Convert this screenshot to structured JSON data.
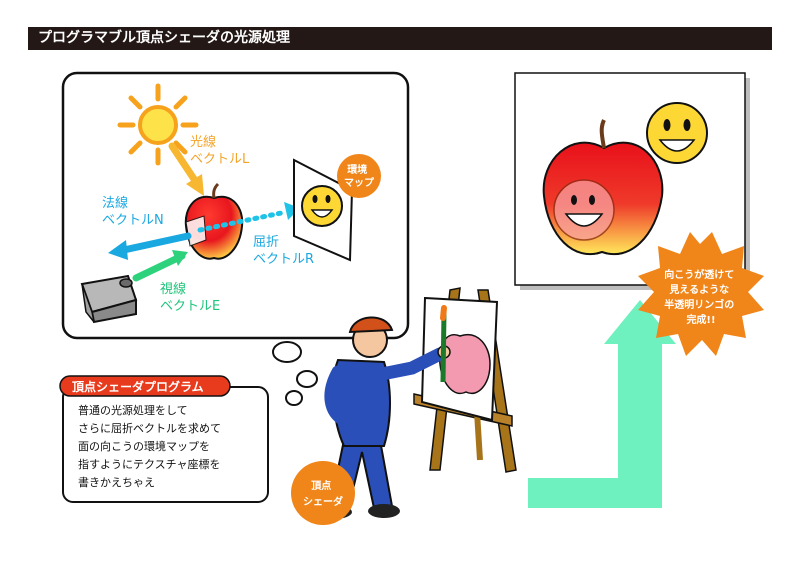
{
  "title": "プログラマブル頂点シェーダの光源処理",
  "labels": {
    "light_vector": [
      "光線",
      "ベクトルL"
    ],
    "normal_vector": [
      "法線",
      "ベクトルN"
    ],
    "view_vector": [
      "視線",
      "ベクトルE"
    ],
    "refract_vector": [
      "屈折",
      "ベクトルR"
    ],
    "env_map": [
      "環境",
      "マップ"
    ],
    "shader_badge": [
      "頂点",
      "シェーダ"
    ],
    "result": [
      "向こうが透けて",
      "見えるような",
      "半透明リンゴの",
      "完成!!"
    ]
  },
  "program_box": {
    "header": "頂点シェーダプログラム",
    "lines": [
      "普通の光源処理をして",
      "さらに屈折ベクトルを求めて",
      "面の向こうの環境マップを",
      "指すようにテクスチャ座標を",
      "書きかえちゃえ"
    ]
  },
  "colors": {
    "light": "#f2a42a",
    "normal": "#1aa8e0",
    "view": "#2fd27c",
    "badge": "#f08519",
    "header_red": "#e83a1c",
    "arrow_green": "#5ef0b8"
  }
}
